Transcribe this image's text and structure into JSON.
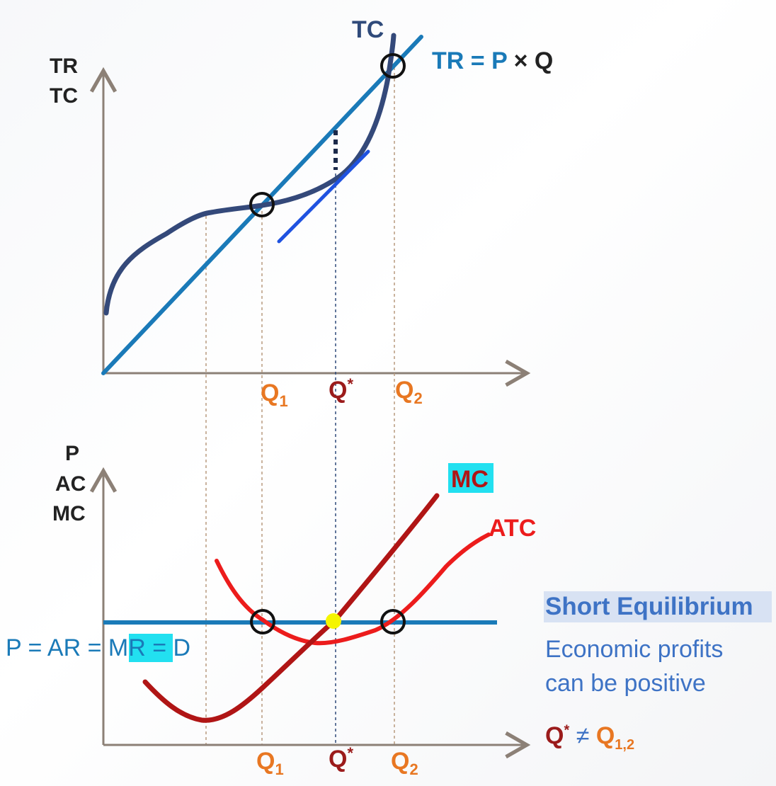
{
  "top_chart": {
    "y_label_line1": "TR",
    "y_label_line2": "TC",
    "tc_label": "TC",
    "tr_label_prefix": "TR = ",
    "tr_label_p": "P",
    "tr_label_suffix": " × Q",
    "q1_main": "Q",
    "q1_sub": "1",
    "qstar_main": "Q",
    "qstar_sup": "*",
    "q2_main": "Q",
    "q2_sub": "2"
  },
  "bottom_chart": {
    "y_label_line1": "P",
    "y_label_line2": "AC",
    "y_label_line3": "MC",
    "mc_label": "MC",
    "atc_label": "ATC",
    "price_label_part1": "P = AR = ",
    "price_label_mr": "MR",
    "price_label_part2": " = D",
    "q1_main": "Q",
    "q1_sub": "1",
    "qstar_main": "Q",
    "qstar_sup": "*",
    "q2_main": "Q",
    "q2_sub": "2"
  },
  "side_panel": {
    "title": "Short Equilibrium",
    "line1": "Economic profits",
    "line2": "can be positive",
    "formula_q": "Q",
    "formula_star": "*",
    "formula_neq": " ≠ ",
    "formula_qs": "Q",
    "formula_qs_sub": "1,2"
  },
  "colors": {
    "axis": "#8c8076",
    "tr_line": "#1a7ab8",
    "tc_curve": "#34497a",
    "tangent": "#1f52e0",
    "mc_curve": "#b01515",
    "atc_curve": "#ec1c1c",
    "price_line": "#1a7ab8",
    "highlight": "#22e0f0",
    "equilibrium_dot": "#f5f500"
  },
  "icons": {
    "intersection_marker": "circle-outline-icon",
    "equilibrium_point": "yellow-dot-icon"
  }
}
